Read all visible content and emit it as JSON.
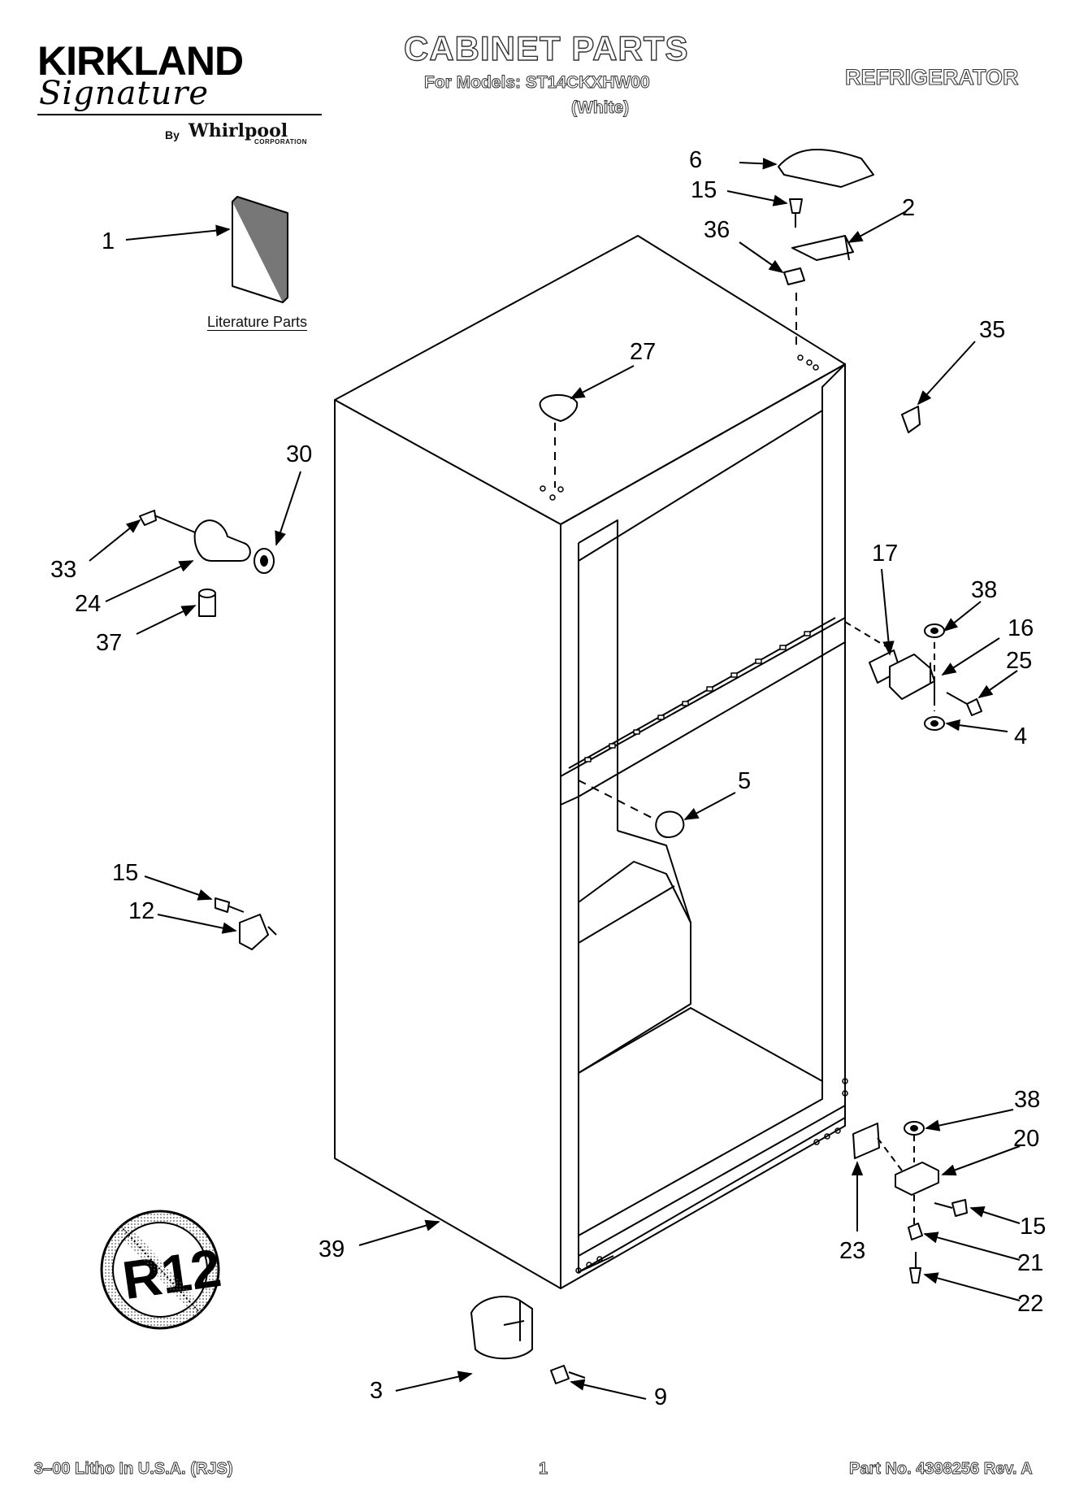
{
  "header": {
    "brand": "KIRKLAND",
    "brand_script": "Signature",
    "brand_by": "By",
    "brand_maker": "Whirlpool",
    "brand_corp": "CORPORATION",
    "title": "CABINET PARTS",
    "models_line": "For Models: ST14CKXHW00",
    "color_line": "(White)",
    "category": "REFRIGERATOR"
  },
  "literature_label": "Literature Parts",
  "callouts": {
    "c1": "1",
    "c2": "2",
    "c3": "3",
    "c4": "4",
    "c5": "5",
    "c6": "6",
    "c9": "9",
    "c12": "12",
    "c15a": "15",
    "c15b": "15",
    "c15c": "15",
    "c16": "16",
    "c17": "17",
    "c20": "20",
    "c21": "21",
    "c22": "22",
    "c23": "23",
    "c24": "24",
    "c25": "25",
    "c27": "27",
    "c30": "30",
    "c33": "33",
    "c35": "35",
    "c36": "36",
    "c37": "37",
    "c38a": "38",
    "c38b": "38",
    "c39": "39"
  },
  "badge_text": "R12",
  "footer": {
    "left": "3–00 Litho In U.S.A. (RJS)",
    "center": "1",
    "right": "Part No. 4398256 Rev. A"
  }
}
